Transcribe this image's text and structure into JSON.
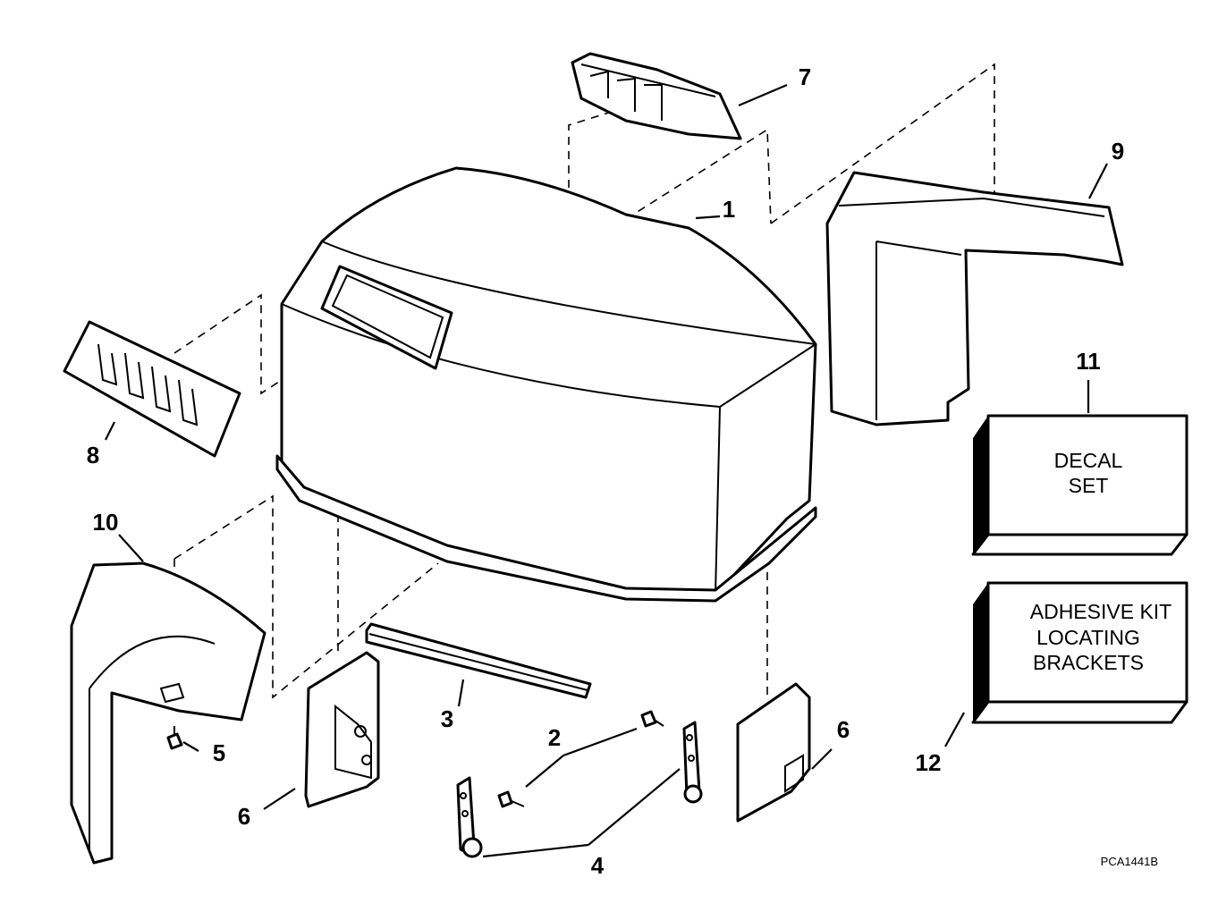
{
  "diagram": {
    "callouts": [
      {
        "id": "c1",
        "text": "1"
      },
      {
        "id": "c2",
        "text": "2"
      },
      {
        "id": "c3",
        "text": "3"
      },
      {
        "id": "c4",
        "text": "4"
      },
      {
        "id": "c5",
        "text": "5"
      },
      {
        "id": "c6a",
        "text": "6"
      },
      {
        "id": "c6b",
        "text": "6"
      },
      {
        "id": "c7",
        "text": "7"
      },
      {
        "id": "c8",
        "text": "8"
      },
      {
        "id": "c9",
        "text": "9"
      },
      {
        "id": "c10",
        "text": "10"
      },
      {
        "id": "c11",
        "text": "11"
      },
      {
        "id": "c12",
        "text": "12"
      }
    ],
    "boxes": {
      "decal": {
        "line1": "DECAL",
        "line2": "SET"
      },
      "adhesive": {
        "line1": "ADHESIVE KIT",
        "line2": "LOCATING",
        "line3": "BRACKETS"
      }
    },
    "reference": "PCA1441B"
  }
}
